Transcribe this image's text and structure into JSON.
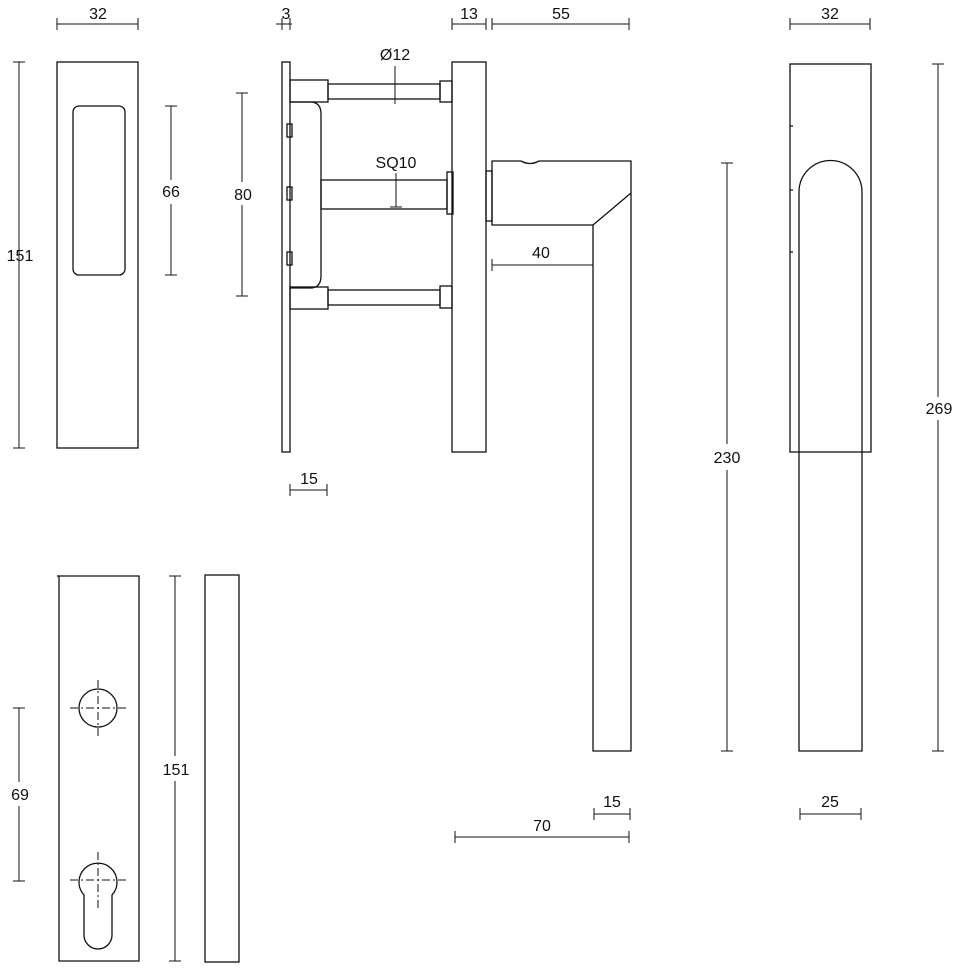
{
  "dimensions": {
    "rose_width_top": "32",
    "rose_height_top": "151",
    "recess_height": "66",
    "fixing_spacing": "80",
    "plate_thickness": "3",
    "spindle_diameter": "Ø12",
    "spindle_square": "SQ10",
    "backplate_offset": "15",
    "rose_thickness": "13",
    "handle_projection": "55",
    "grip_offset": "40",
    "handle_length": "230",
    "handle_bar_width": "15",
    "handle_total_projection": "70",
    "front_rose_width": "32",
    "front_total_height": "269",
    "front_grip_width": "25",
    "keyplate_hole_spacing": "69",
    "keyplate_height": "151"
  },
  "colors": {
    "line": "#111111",
    "background": "#ffffff"
  }
}
